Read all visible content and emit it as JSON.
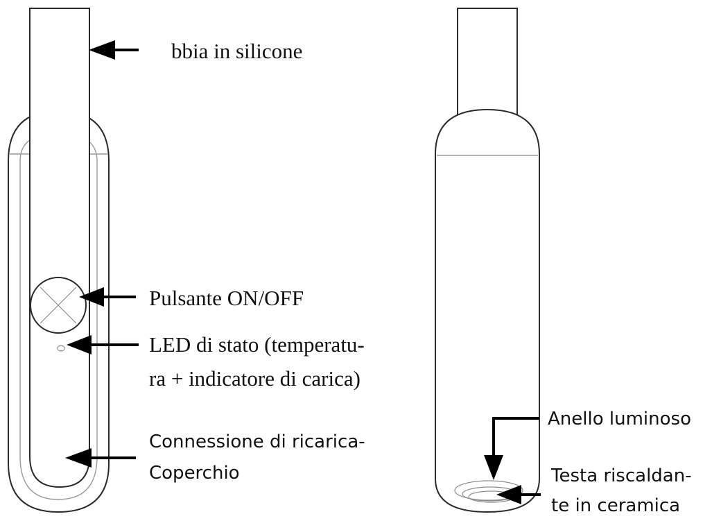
{
  "labels": {
    "mouthpiece": "bbia in silicone",
    "power_button": "Pulsante ON/OFF",
    "status_led_line1": "LED di stato (temperatu-",
    "status_led_line2": "ra + indicatore di carica)",
    "charging_line1": "Connessione di ricarica-",
    "charging_line2": "Coperchio",
    "light_ring": "Anello luminoso",
    "heating_head_line1": "Testa riscaldan-",
    "heating_head_line2": "te in ceramica"
  },
  "colors": {
    "outline": "#2a2a2a",
    "inner_line": "#9a9a9a",
    "arrow": "#000000",
    "text": "#111111"
  }
}
